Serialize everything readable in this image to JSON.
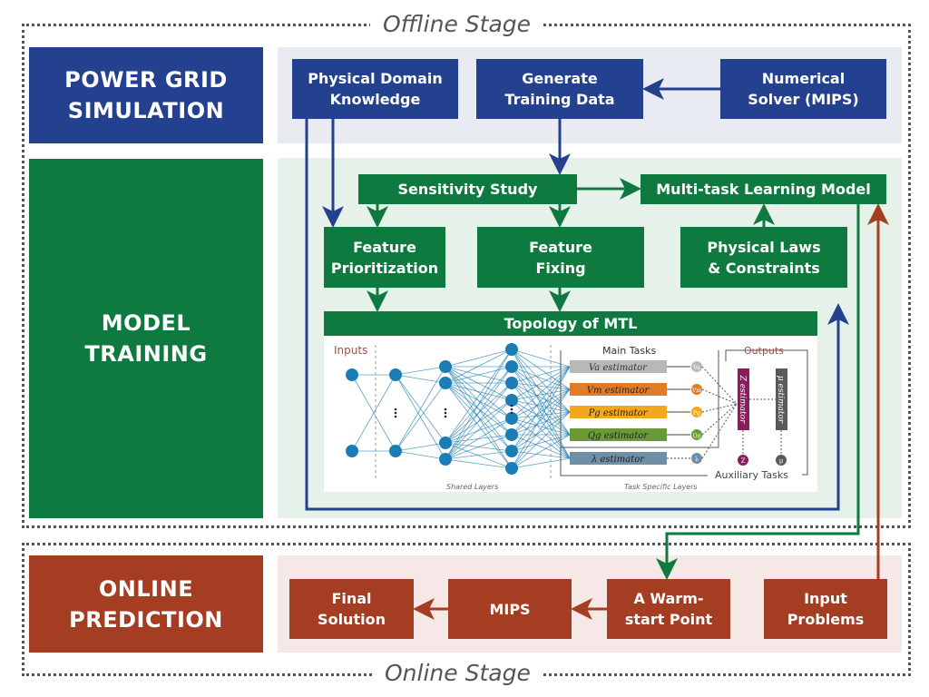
{
  "stages": {
    "offline": "Offline Stage",
    "online": "Online Stage"
  },
  "sections": {
    "simulation": "POWER GRID\nSIMULATION",
    "training": "MODEL\nTRAINING",
    "prediction": "ONLINE\nPREDICTION"
  },
  "boxes": {
    "physical_domain": "Physical Domain\nKnowledge",
    "generate_data": "Generate\nTraining Data",
    "numerical_solver": "Numerical\nSolver (MIPS)",
    "sensitivity": "Sensitivity Study",
    "mtl_model": "Multi-task Learning Model",
    "feature_prioritization": "Feature\nPrioritization",
    "feature_fixing": "Feature\nFixing",
    "physical_laws": "Physical Laws\n& Constraints",
    "topology": "Topology of MTL",
    "final_solution": "Final\nSolution",
    "mips": "MIPS",
    "warm_start": "A Warm-\nstart Point",
    "input_problems": "Input\nProblems"
  },
  "network": {
    "inputs_label": "Inputs",
    "shared_layers_label": "Shared Layers",
    "task_specific_label": "Task Specific Layers",
    "main_tasks_label": "Main Tasks",
    "outputs_label": "Outputs",
    "auxiliary_tasks_label": "Auxiliary Tasks",
    "estimators": [
      {
        "label": "Va estimator",
        "output": "Va",
        "color": "#b8b8b8"
      },
      {
        "label": "Vm estimator",
        "output": "Vm",
        "color": "#e07b2a"
      },
      {
        "label": "Pg estimator",
        "output": "Pg",
        "color": "#f2a81d"
      },
      {
        "label": "Qg estimator",
        "output": "Qg",
        "color": "#6a9a36"
      },
      {
        "label": "λ estimator",
        "output": "λ",
        "color": "#6e8fa6"
      }
    ],
    "aux_estimators": [
      {
        "label": "Z estimator",
        "output": "Z",
        "color": "#8b1a5e"
      },
      {
        "label": "μ estimator",
        "output": "μ",
        "color": "#5a5a5a"
      }
    ]
  },
  "colors": {
    "blue": "#23418f",
    "green": "#0f7a40",
    "red": "#a53d22",
    "node": "#1b7db5"
  }
}
